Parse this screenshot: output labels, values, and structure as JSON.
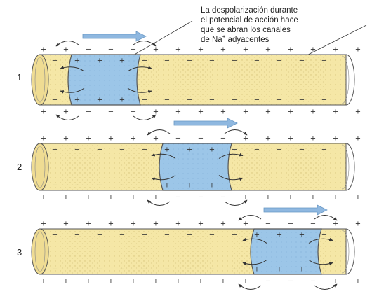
{
  "caption": {
    "line1": "La despolarización durante",
    "line2": "el potencial de acción hace",
    "line3": "que se abran los canales",
    "line4_prefix": "de Na",
    "line4_superscript": "+",
    "line4_suffix": " adyacentes"
  },
  "rows": [
    {
      "label": "1"
    },
    {
      "label": "2"
    },
    {
      "label": "3"
    }
  ],
  "symbols": {
    "positive": "+",
    "negative": "−"
  },
  "colors": {
    "axon_fill": "#f5e7a6",
    "axon_edge": "#555555",
    "depolarized_region": "#9cc6e8",
    "direction_arrow": "#8fb8e0",
    "current_arrow": "#333333"
  }
}
